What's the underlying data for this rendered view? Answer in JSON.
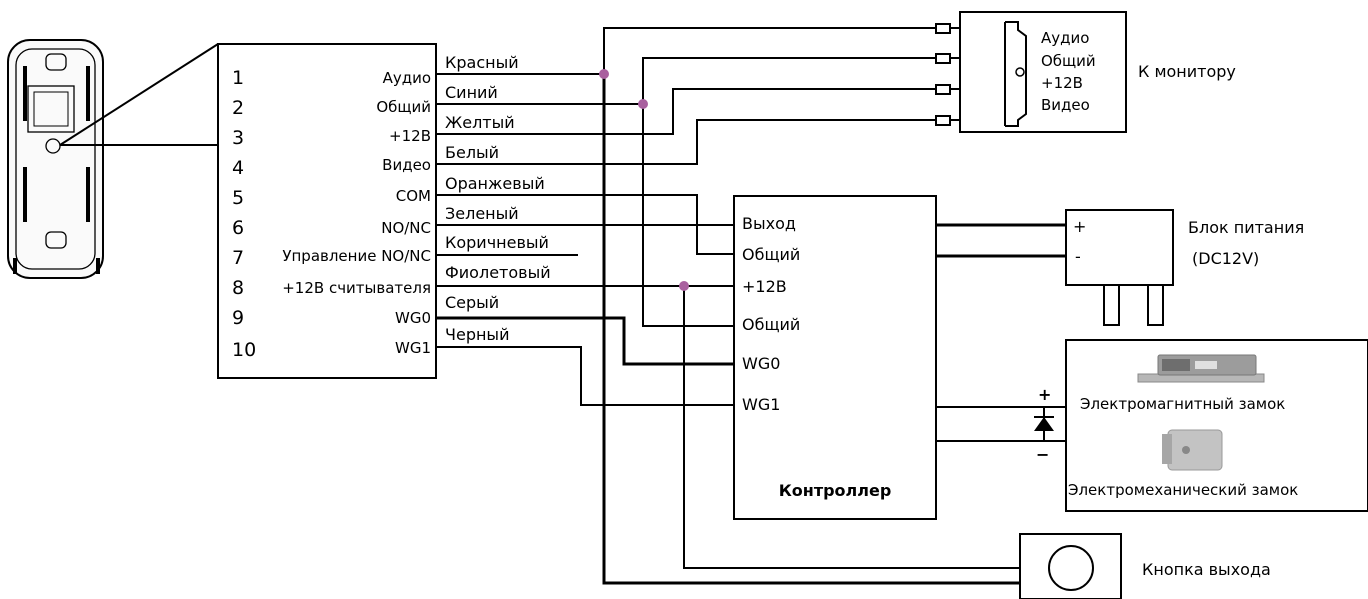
{
  "intercom": {
    "pins": [
      {
        "num": "1",
        "signal": "Аудио",
        "wire": "Красный"
      },
      {
        "num": "2",
        "signal": "Общий",
        "wire": "Синий"
      },
      {
        "num": "3",
        "signal": "+12В",
        "wire": "Желтый"
      },
      {
        "num": "4",
        "signal": "Видео",
        "wire": "Белый"
      },
      {
        "num": "5",
        "signal": "COM",
        "wire": "Оранжевый"
      },
      {
        "num": "6",
        "signal": "NO/NC",
        "wire": "Зеленый"
      },
      {
        "num": "7",
        "signal": "Управление NO/NC",
        "wire": "Коричневый"
      },
      {
        "num": "8",
        "signal": "+12В считывателя",
        "wire": "Фиолетовый"
      },
      {
        "num": "9",
        "signal": "WG0",
        "wire": "Серый"
      },
      {
        "num": "10",
        "signal": "WG1",
        "wire": "Черный"
      }
    ]
  },
  "monitor": {
    "labels": [
      "Аудио",
      "Общий",
      "+12В",
      "Видео"
    ],
    "title": "К монитору"
  },
  "controller": {
    "terminals": [
      "Выход",
      "Общий",
      "+12В",
      "Общий",
      "WG0",
      "WG1"
    ],
    "title": "Контроллер"
  },
  "power": {
    "plus": "+",
    "minus": "-",
    "title": "Блок питания",
    "subtitle": "(DC12V)"
  },
  "lock": {
    "plus": "+",
    "minus": "−",
    "magnetic": "Электромагнитный замок",
    "mechanical": "Электромеханический замок"
  },
  "exit_button": {
    "title": "Кнопка выхода"
  },
  "colors": {
    "line": "#000000",
    "junction": "#a9609f"
  }
}
